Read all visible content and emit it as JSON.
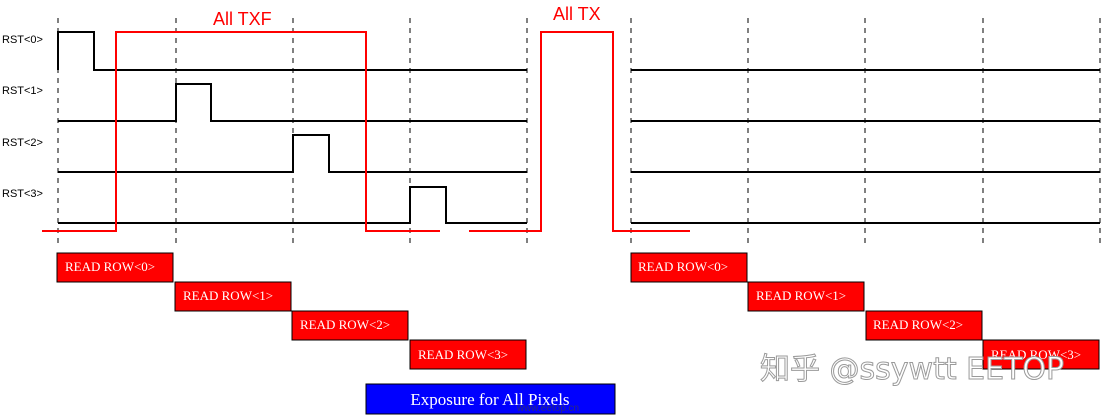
{
  "signals": [
    {
      "label": "RST<0>"
    },
    {
      "label": "RST<1>"
    },
    {
      "label": "RST<2>"
    },
    {
      "label": "RST<3>"
    }
  ],
  "txf_label": "All TXF",
  "tx_label": "All TX",
  "read_rows_left": [
    "READ ROW<0>",
    "READ ROW<1>",
    "READ ROW<2>",
    "READ ROW<3>"
  ],
  "read_rows_right": [
    "READ ROW<0>",
    "READ ROW<1>",
    "READ ROW<2>",
    "READ ROW<3>"
  ],
  "exposure_label": "Exposure for All Pixels",
  "watermark": "知乎 @ssywtt EETOP",
  "watermark_small": "www.eetop.cn",
  "colors": {
    "signal": "#000000",
    "txf_tx": "#ff0000",
    "read_box": "#ff0000",
    "exposure_box": "#0000ff"
  }
}
